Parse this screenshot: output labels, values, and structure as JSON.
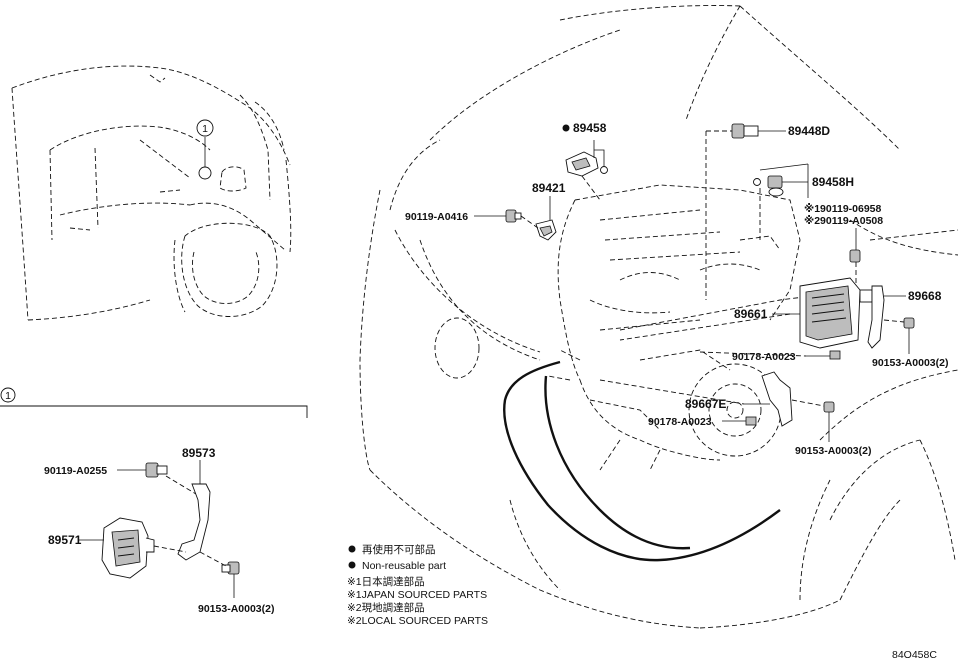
{
  "labels": {
    "p89458": "89458",
    "p89448D": "89448D",
    "p89458H": "89458H",
    "p89421": "89421",
    "p90119_A0416": "90119-A0416",
    "alt1": "※190119-06958",
    "alt2": "※290119-A0508",
    "p89668": "89668",
    "p89661": "89661",
    "p90178_A0023_a": "90178-A0023",
    "p90153_A0003_a": "90153-A0003(2)",
    "p89667E": "89667E",
    "p90178_A0023_b": "90178-A0023",
    "p90153_A0003_b": "90153-A0003(2)",
    "p89573": "89573",
    "p90119_A0255": "90119-A0255",
    "p89571": "89571",
    "p90153_A0003_c": "90153-A0003(2)"
  },
  "callout": "1",
  "legend": {
    "jp_nonreusable": "再使用不可部品",
    "nonreusable": "Non-reusable part",
    "jp_japan": "※1日本調達部品",
    "japan": "※1JAPAN SOURCED PARTS",
    "jp_local": "※2現地調達部品",
    "local": "※2LOCAL SOURCED PARTS"
  },
  "figure_code": "84O458C"
}
